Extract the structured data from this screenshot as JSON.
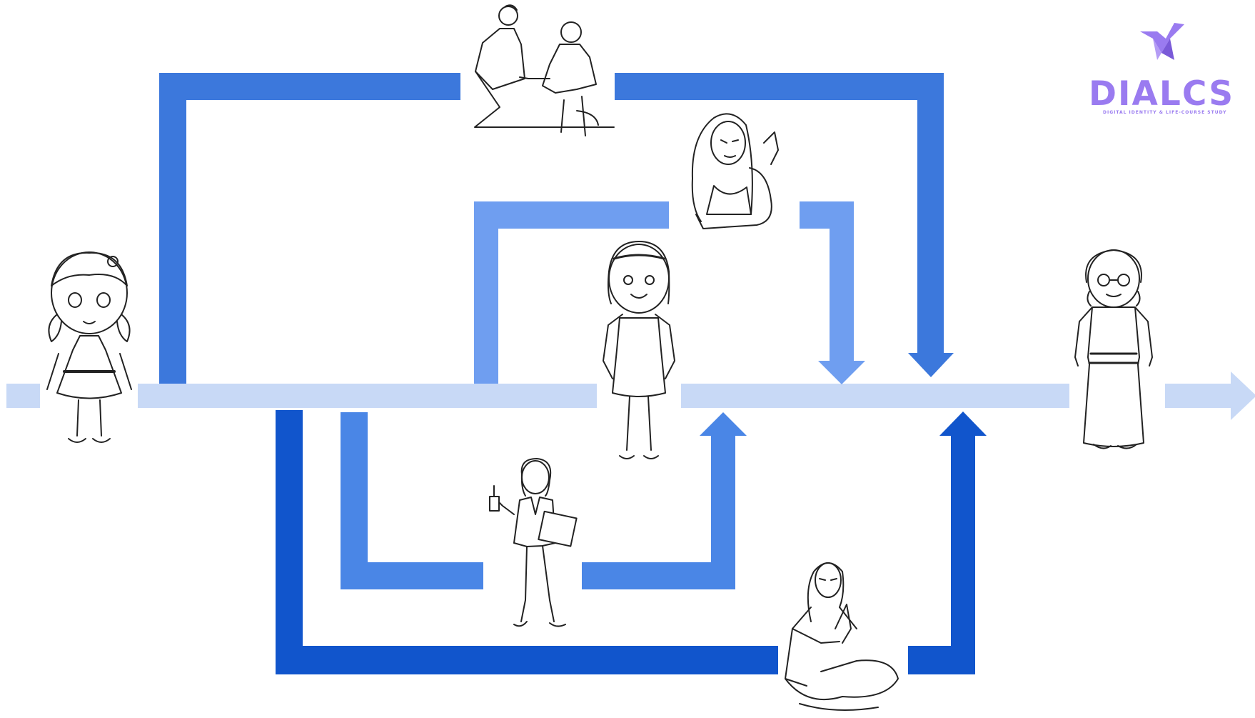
{
  "logo": {
    "name": "DIALCS",
    "tagline": "DIGITAL IDENTITY & LIFE-COURSE STUDY",
    "color": "#9a7bf0"
  },
  "colors": {
    "timeline": "#c8d9f6",
    "path_top_outer": "#3c78dc",
    "path_top_inner": "#6f9ef0",
    "path_bottom_inner": "#4a86e6",
    "path_bottom_outer": "#1155cc",
    "line_art": "#222222"
  },
  "figures": [
    {
      "name": "girl-child-figure"
    },
    {
      "name": "young-woman-figure"
    },
    {
      "name": "elderly-woman-figure"
    },
    {
      "name": "doctor-patient-figure"
    },
    {
      "name": "woman-in-bra-figure"
    },
    {
      "name": "businesswoman-figure"
    },
    {
      "name": "meditating-woman-figure"
    }
  ]
}
